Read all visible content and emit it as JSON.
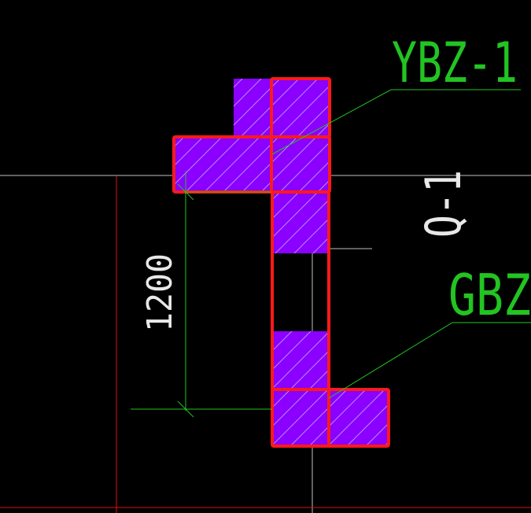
{
  "labels": {
    "ybz": "YBZ-1",
    "gbz": "GBZ",
    "axis": "Q-1",
    "dimension": "1200"
  },
  "colors": {
    "background": "#000000",
    "concrete_fill": "#8B00FF",
    "hatch": "#B48CFF",
    "outline": "#FF1A1A",
    "leader": "#22C422",
    "gridline": "#BFBFBF",
    "red_line": "#E01010",
    "text_white": "#E8E8E8"
  }
}
